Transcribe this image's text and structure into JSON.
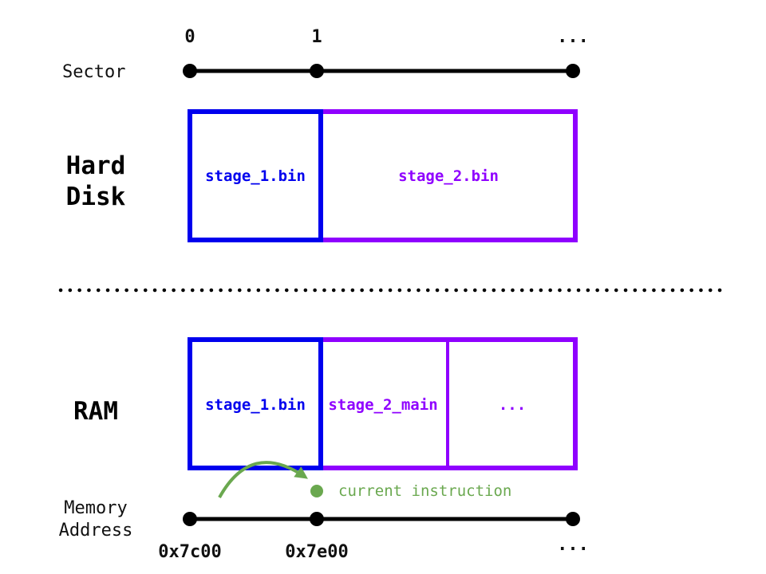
{
  "colors": {
    "stage1": "#0000ee",
    "stage2": "#8f00ff",
    "line": "#000000",
    "instruction": "#6aa84f"
  },
  "sector": {
    "label": "Sector",
    "ticks": [
      "0",
      "1",
      "..."
    ]
  },
  "hard_disk": {
    "label_line1": "Hard",
    "label_line2": "Disk",
    "blocks": [
      "stage_1.bin",
      "stage_2.bin"
    ]
  },
  "ram": {
    "label": "RAM",
    "blocks": [
      "stage_1.bin",
      "stage_2_main",
      "..."
    ]
  },
  "instruction_marker": {
    "label": "current instruction"
  },
  "memory_address": {
    "label_line1": "Memory",
    "label_line2": "Address",
    "ticks": [
      "0x7c00",
      "0x7e00",
      "..."
    ]
  }
}
